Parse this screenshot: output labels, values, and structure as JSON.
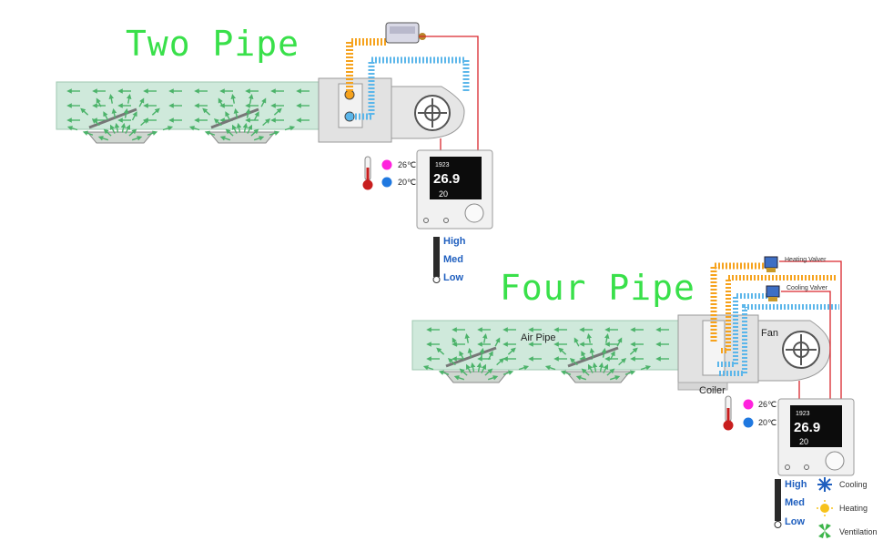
{
  "two_pipe": {
    "title": "Two Pipe",
    "temp_hot": "26℃",
    "temp_cold": "20℃",
    "speeds": [
      "High",
      "Med",
      "Low"
    ],
    "thermostat": {
      "time": "1923",
      "temp": "26.9",
      "set": "20"
    }
  },
  "four_pipe": {
    "title": "Four Pipe",
    "air_pipe": "Air Pipe",
    "coiler": "Coiler",
    "fan": "Fan",
    "heating_valve": "Heating Valver",
    "cooling_valve": "Cooling Valver",
    "temp_hot": "26℃",
    "temp_cold": "20℃",
    "speeds": [
      "High",
      "Med",
      "Low"
    ],
    "thermostat": {
      "time": "1923",
      "temp": "26.9",
      "set": "20"
    },
    "legend": {
      "cooling": "Cooling",
      "heating": "Heating",
      "ventilation": "Ventilation"
    }
  },
  "colors": {
    "title_green": "#39e04a",
    "duct_fill": "#cfe9db",
    "arrow_green": "#4cb36a",
    "hot_pipe": "#f6a21c",
    "cold_pipe": "#5bb6ea",
    "wire_red": "#d9262c",
    "hot_dot": "#ff22dd",
    "cold_dot": "#1f78e0",
    "speed_blue": "#1f5fbf"
  }
}
